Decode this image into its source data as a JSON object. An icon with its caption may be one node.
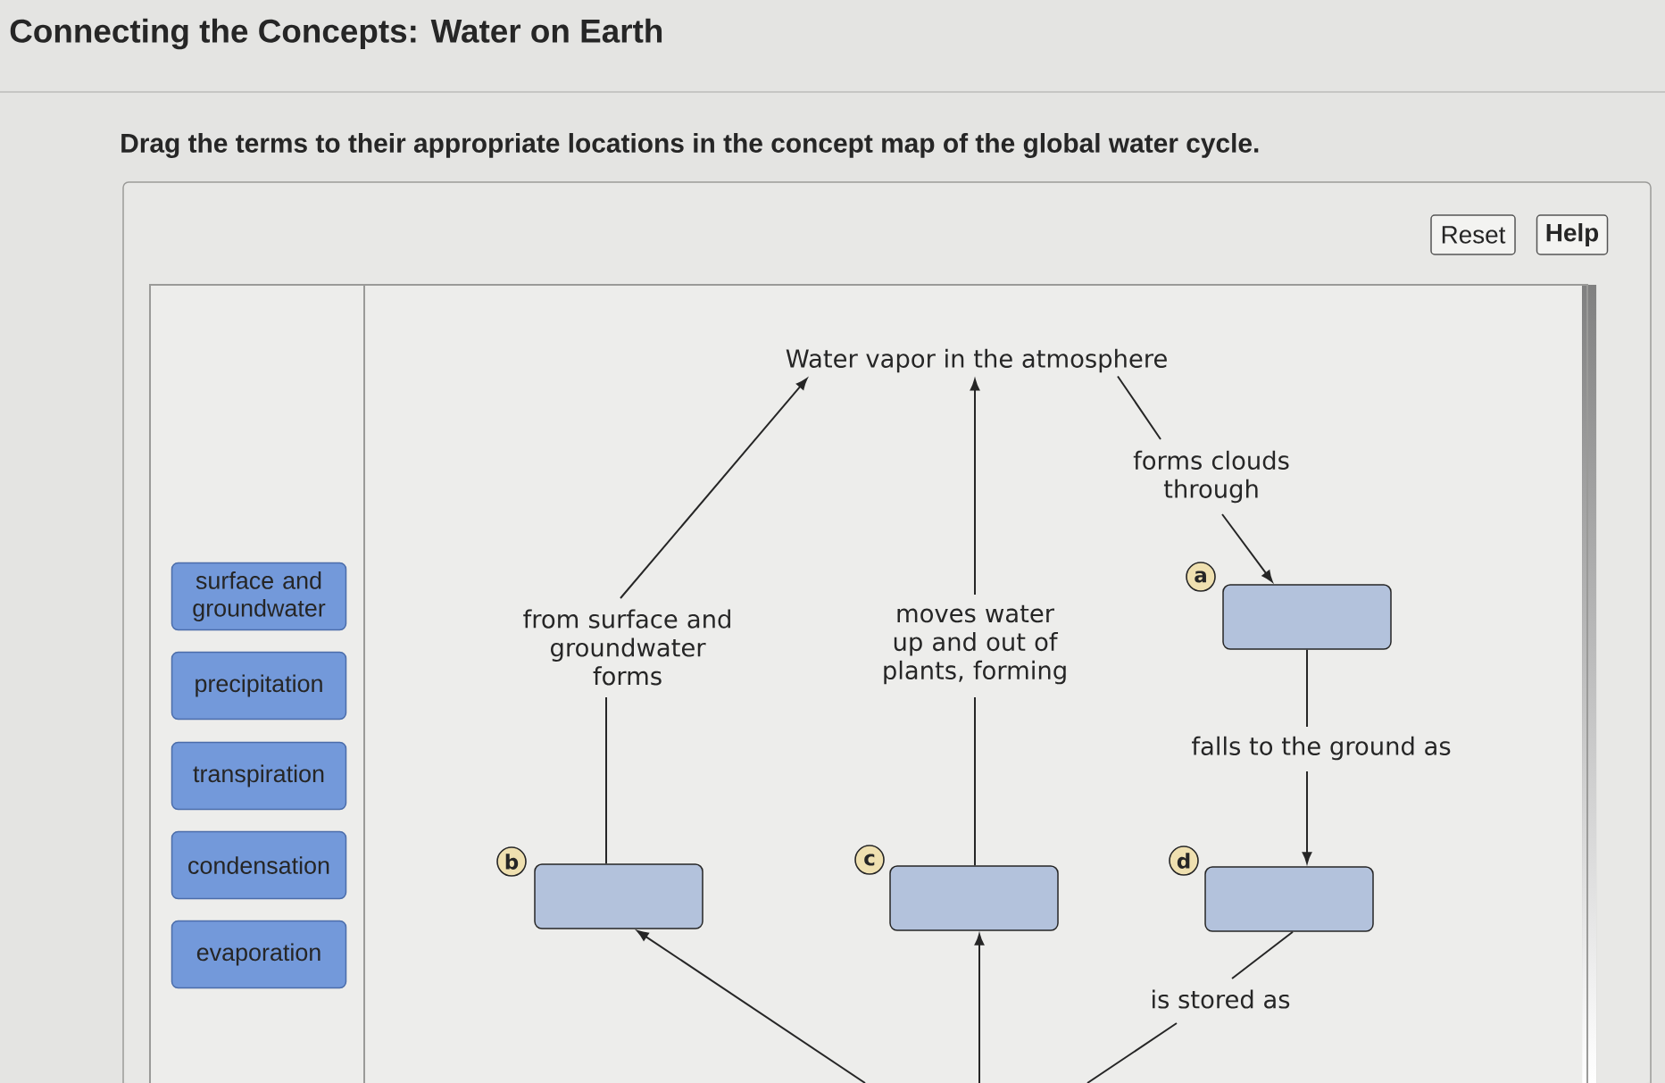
{
  "diagram": {
    "title": "Connecting the Concepts: Water on Earth",
    "nodes": [
      {
        "text": [
          "surface and groundwater"
        ]
      },
      {
        "text": [
          "precipitation"
        ]
      },
      {
        "text": [
          "transpiration"
        ]
      },
      {
        "text": [
          "condensation"
        ]
      },
      {
        "text": [
          "evaporation"
        ]
      },
      {
        "text": [
          "Water vapor in the atmosphere"
        ]
      },
      {
        "text": [],
        "shape": "box",
        "beside": [
          "a"
        ]
      },
      {
        "text": [],
        "shape": "box",
        "beside": [
          "b"
        ]
      },
      {
        "text": [],
        "shape": "box",
        "beside": [
          "c"
        ]
      },
      {
        "text": [],
        "shape": "box",
        "beside": [
          "d"
        ]
      }
    ],
    "edges": [
      {
        "from": 7,
        "to": 5,
        "arrow": "to",
        "label": "from surface and groundwater forms"
      },
      {
        "from": 8,
        "to": 5,
        "arrow": "to",
        "label": "moves water up and out of plants, forming"
      },
      {
        "from": 5,
        "to": 6,
        "arrow": "to",
        "label": "forms clouds through"
      },
      {
        "from": 6,
        "to": 9,
        "arrow": "to",
        "label": "falls to the ground as"
      },
      {
        "from": 9,
        "to": null,
        "arrow": "none",
        "label": "is stored as"
      },
      {
        "from": null,
        "to": 7,
        "arrow": "to"
      },
      {
        "from": null,
        "to": 8,
        "arrow": "to"
      }
    ],
    "labels": [
      "Drag the terms to their appropriate locations in the concept map of the global water cycle.",
      "Reset",
      "Help"
    ]
  }
}
